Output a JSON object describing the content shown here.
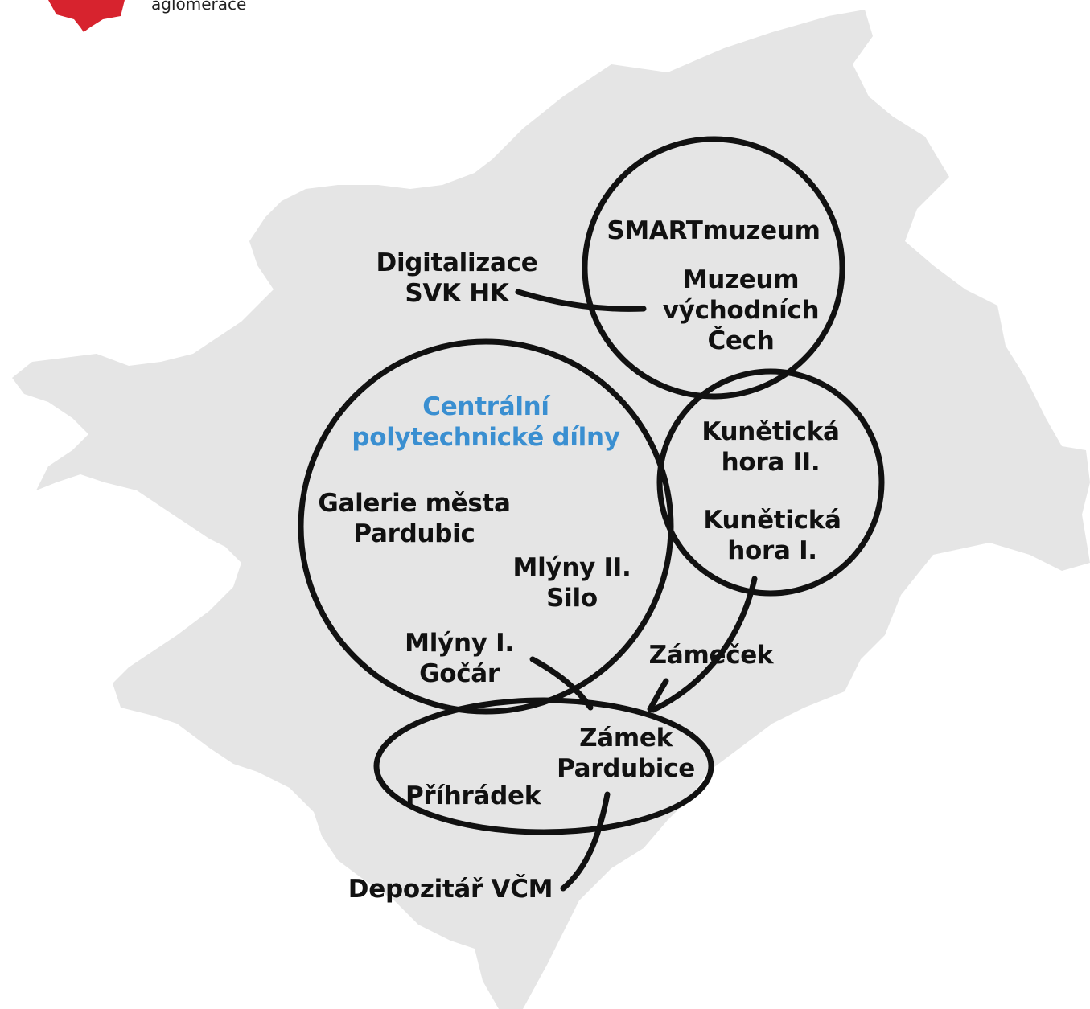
{
  "legend": {
    "text": "aglomerace",
    "color": "#d7232e"
  },
  "colors": {
    "region_fill": "#e5e5e5",
    "stroke": "#111111",
    "label": "#111111",
    "accent": "#3a8fd1"
  },
  "clusters": [
    {
      "id": "smartmuzeum",
      "shape": "circle"
    },
    {
      "id": "pardubice-center",
      "shape": "circle"
    },
    {
      "id": "kuneticka-hora",
      "shape": "circle"
    },
    {
      "id": "zamek-pardubice",
      "shape": "ellipse"
    }
  ],
  "labels": {
    "smartmuzeum": "SMARTmuzeum",
    "muzeum_vychodnich_cech": "Muzeum\nvýchodních\nČech",
    "digitalizace": "Digitalizace\nSVK HK",
    "centralni_dilny": "Centrální\npolytechnické dílny",
    "galerie": "Galerie města\nPardubic",
    "mlyny_ii": "Mlýny II.\nSilo",
    "mlyny_i": "Mlýny I.\nGočár",
    "kuneticka_ii": "Kunětická\nhora II.",
    "kuneticka_i": "Kunětická\nhora I.",
    "zamecek": "Zámeček",
    "zamek": "Zámek\nPardubice",
    "prihradek": "Příhrádek",
    "depozitar": "Depozitář VČM"
  },
  "connections": [
    {
      "from": "digitalizace",
      "to": "muzeum_vychodnich_cech"
    },
    {
      "from": "kuneticka_i",
      "to": "zamek"
    },
    {
      "from": "zamecek",
      "to": "zamek"
    },
    {
      "from": "mlyny_i",
      "to": "zamek"
    },
    {
      "from": "zamek",
      "to": "depozitar"
    }
  ]
}
